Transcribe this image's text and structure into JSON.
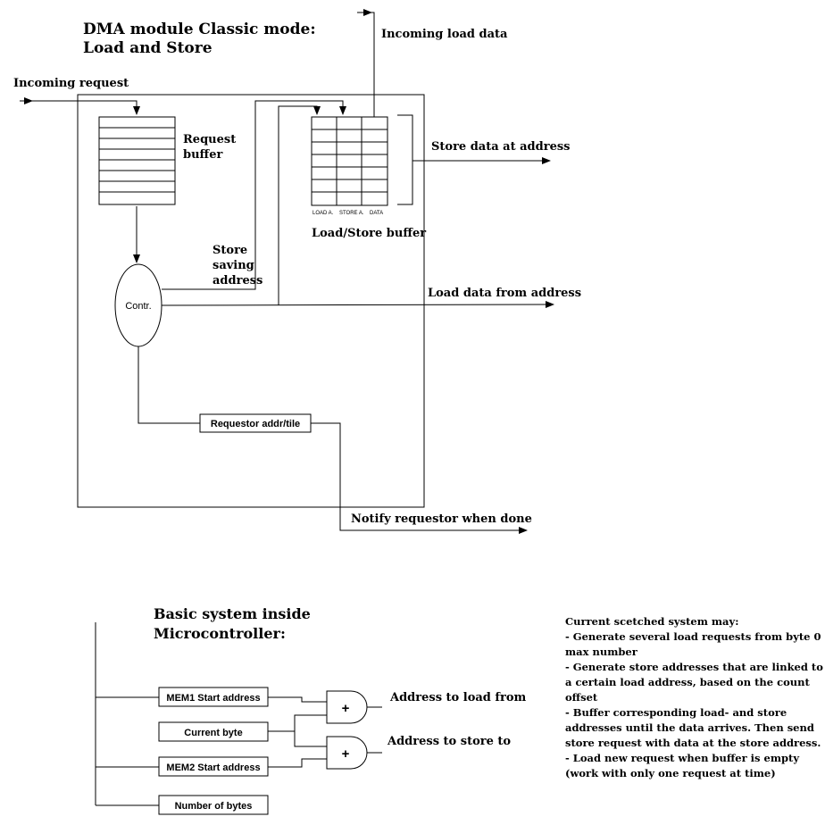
{
  "title": {
    "line1": "DMA module Classic mode:",
    "line2": "Load and Store"
  },
  "labels": {
    "incoming_request": "Incoming request",
    "incoming_load_data": "Incoming load data",
    "request_buffer_1": "Request",
    "request_buffer_2": "buffer",
    "store_data_at_address": "Store data at address",
    "load_store_buffer": "Load/Store buffer",
    "col_load": "LOAD A.",
    "col_store": "STORE A.",
    "col_data": "DATA",
    "store_saving_1": "Store",
    "store_saving_2": "saving",
    "store_saving_3": "address",
    "controller": "Contr.",
    "load_data_from_address": "Load data from address",
    "requestor_box": "Requestor addr/tile",
    "notify_requestor": "Notify requestor when done"
  },
  "lower": {
    "title1": "Basic system inside",
    "title2": "Microcontroller:",
    "mem1": "MEM1 Start address",
    "current_byte": "Current byte",
    "mem2": "MEM2 Start address",
    "number_of_bytes": "Number of bytes",
    "adder_symbol": "+",
    "address_load_from": "Address to load from",
    "address_store_to": "Address to store to"
  },
  "notes": [
    "Current scetched system may:",
    "- Generate several load requests from byte 0 -",
    "max number",
    "- Generate store addresses that are linked to",
    "a certain load address, based on the count",
    "offset",
    "- Buffer corresponding load- and store",
    "addresses until the data arrives. Then send",
    "store request with data at the store address.",
    "- Load new request when buffer is empty",
    "(work with only one request at time)"
  ]
}
